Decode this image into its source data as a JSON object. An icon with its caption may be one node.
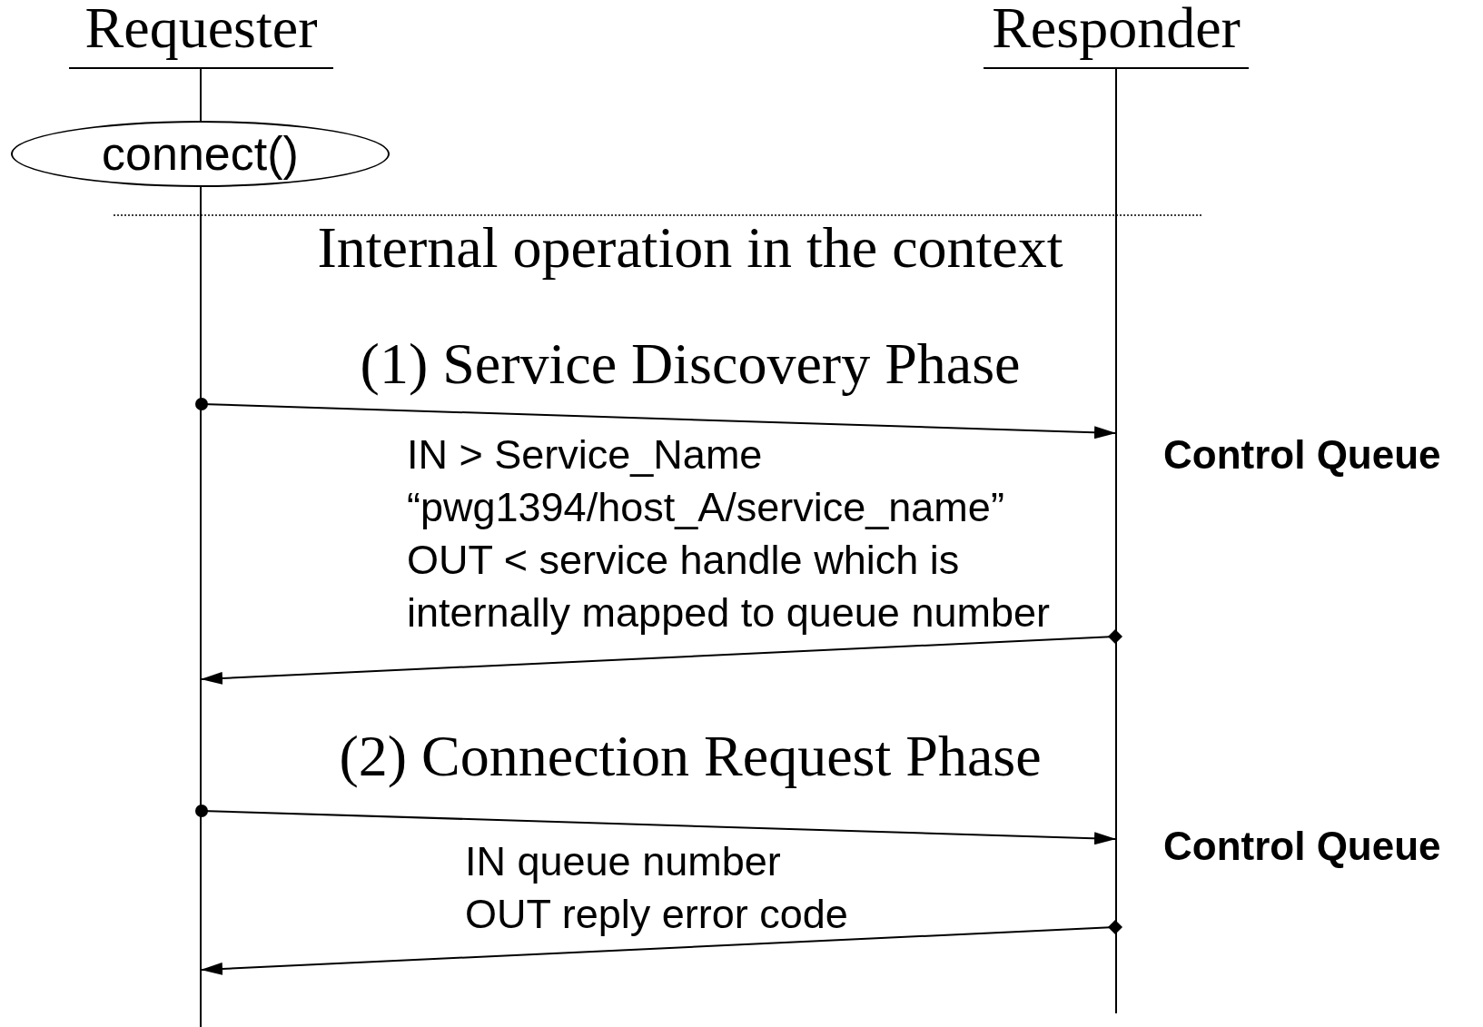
{
  "diagram": {
    "nodes": [
      {
        "text": [
          "Requester"
        ]
      },
      {
        "text": [
          "Responder"
        ]
      },
      {
        "text": [
          "connect()"
        ]
      },
      {
        "text": [],
        "shape": "line"
      },
      {
        "text": [],
        "shape": "line"
      }
    ],
    "edges": [
      {
        "from": 3,
        "to": 4,
        "arrow": "to"
      },
      {
        "from": 4,
        "to": 3,
        "arrow": "to"
      },
      {
        "from": 3,
        "to": 4,
        "arrow": "to"
      },
      {
        "from": 4,
        "to": 3,
        "arrow": "to"
      }
    ],
    "labels": [
      "Internal operation in the context",
      "(1) Service Discovery Phase",
      "IN > Service_Name “pwg1394/host_A/service_name”",
      "OUT < service handle which is internally mapped to queue number",
      "Control Queue",
      "(2) Connection Request Phase",
      "IN queue number",
      "OUT reply error code",
      "Control Queue"
    ]
  }
}
